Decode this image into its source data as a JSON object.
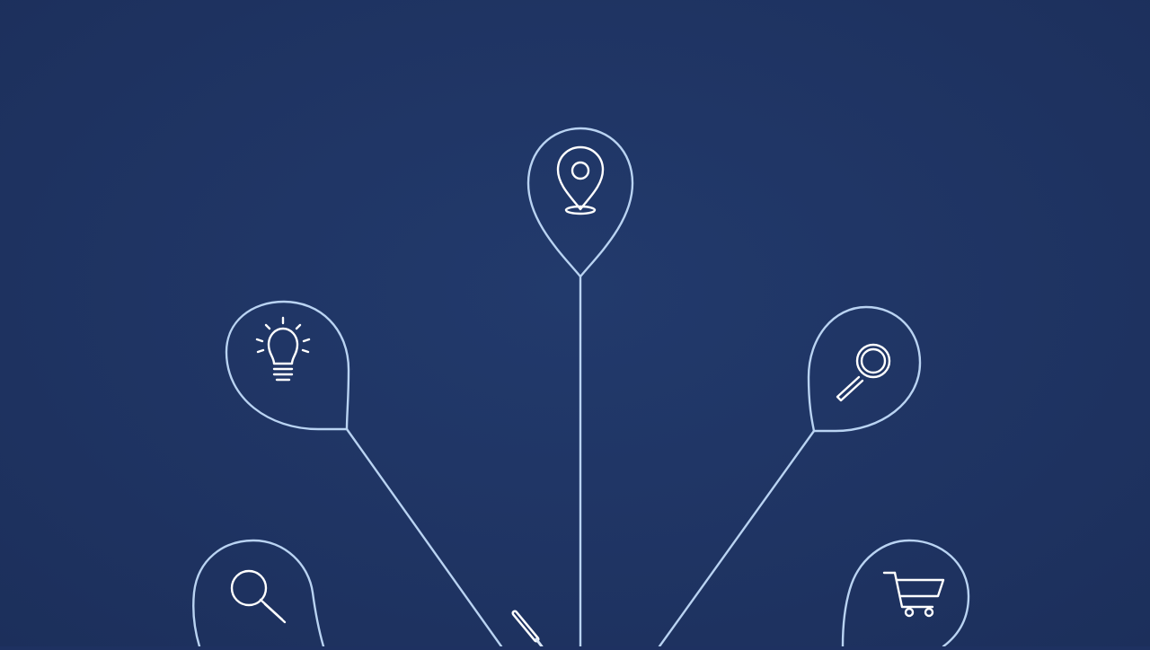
{
  "scene": {
    "background_color": "#1e3161",
    "line_color": "#b9d3f2",
    "icon_color": "#ffffff"
  },
  "pins": [
    {
      "name": "location",
      "icon": "map-pin-icon"
    },
    {
      "name": "idea",
      "icon": "lightbulb-icon"
    },
    {
      "name": "search-right",
      "icon": "magnifier-icon"
    },
    {
      "name": "search-left",
      "icon": "magnifier-icon"
    },
    {
      "name": "shopping",
      "icon": "shopping-cart-icon"
    }
  ],
  "tool": {
    "icon": "pen-icon"
  }
}
